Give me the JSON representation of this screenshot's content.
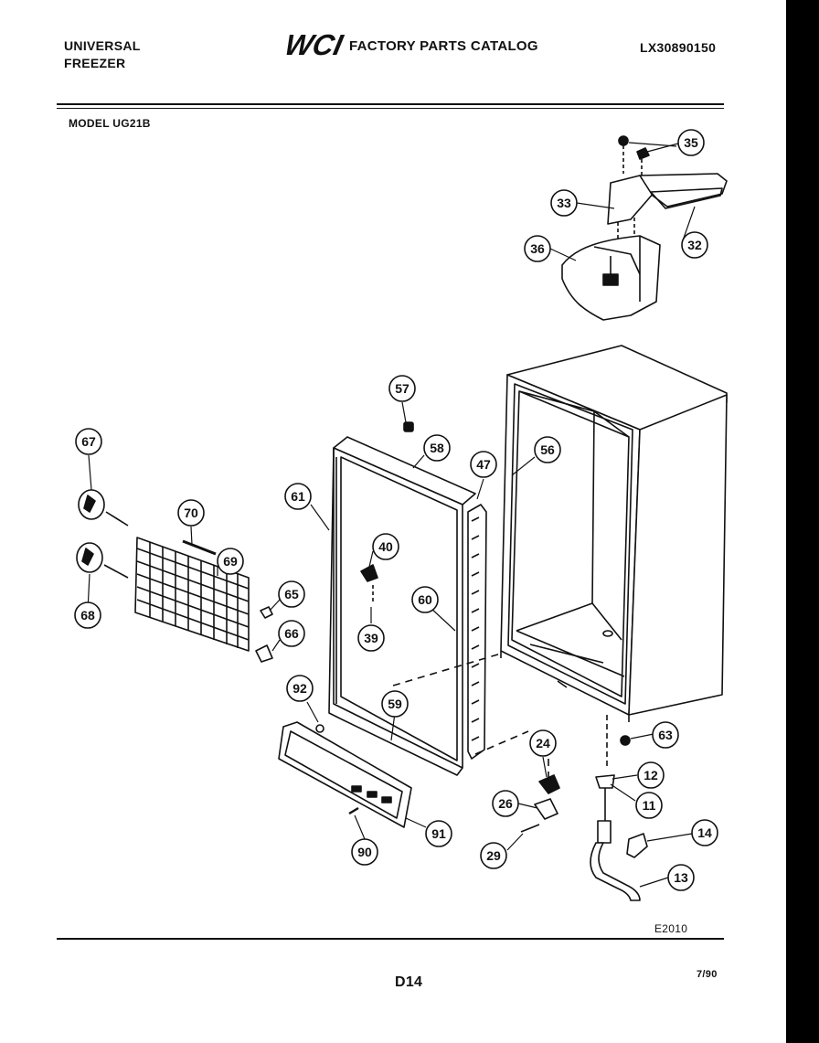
{
  "header": {
    "brand_line1": "UNIVERSAL",
    "brand_line2": "FREEZER",
    "logo_text": "WCI",
    "catalog_title": "FACTORY PARTS CATALOG",
    "catalog_number": "LX30890150",
    "model": "MODEL UG21B"
  },
  "footer": {
    "figure_code": "E2010",
    "page_number": "D14",
    "date": "7/90"
  },
  "callouts": [
    "35",
    "33",
    "32",
    "36",
    "57",
    "58",
    "47",
    "56",
    "67",
    "70",
    "69",
    "61",
    "40",
    "60",
    "65",
    "68",
    "39",
    "66",
    "92",
    "59",
    "63",
    "24",
    "12",
    "11",
    "26",
    "14",
    "91",
    "90",
    "29",
    "13"
  ]
}
